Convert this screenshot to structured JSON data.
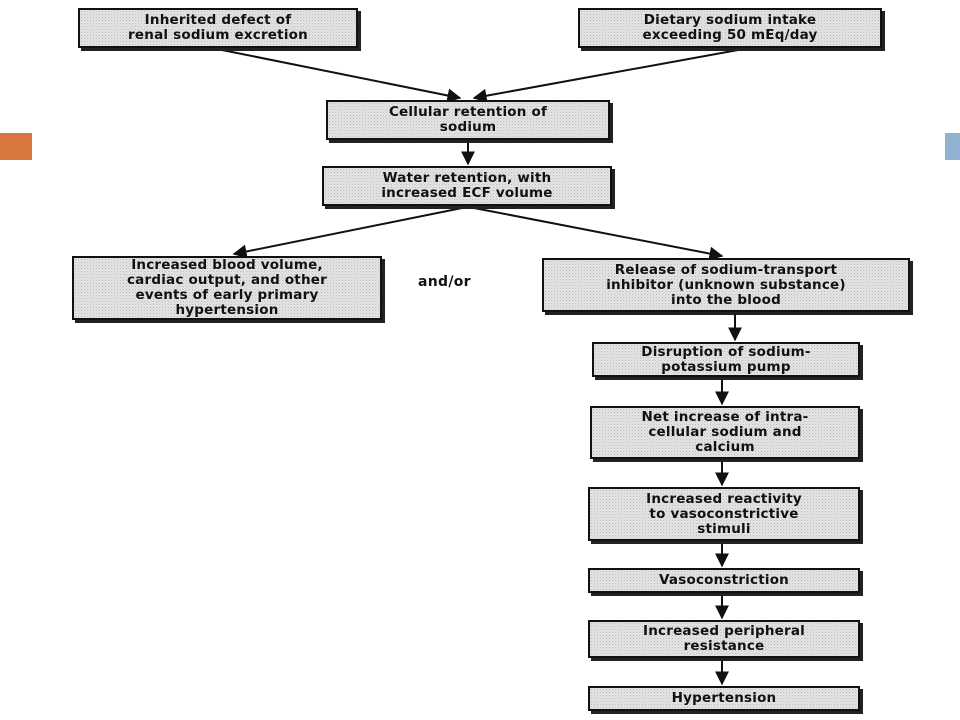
{
  "slide": {
    "accent_left_color": "#d9773f",
    "accent_right_color": "#90b1d0"
  },
  "nodes": {
    "inherited_defect": "Inherited defect of\nrenal sodium excretion",
    "dietary_sodium": "Dietary sodium intake\nexceeding 50 mEq/day",
    "cellular_retention": "Cellular retention of\nsodium",
    "water_retention": "Water retention, with\nincreased ECF volume",
    "increased_blood_volume": "Increased blood volume,\ncardiac output, and other\nevents of early primary\nhypertension",
    "release_inhibitor": "Release of sodium-transport\ninhibitor (unknown substance)\ninto the blood",
    "disruption_pump": "Disruption of sodium-\npotassium pump",
    "net_increase": "Net increase of intra-\ncellular sodium and\ncalcium",
    "increased_reactivity": "Increased reactivity\nto vasoconstrictive\nstimuli",
    "vasoconstriction": "Vasoconstriction",
    "peripheral_resistance": "Increased peripheral\nresistance",
    "hypertension": "Hypertension"
  },
  "connector_label": "and/or"
}
